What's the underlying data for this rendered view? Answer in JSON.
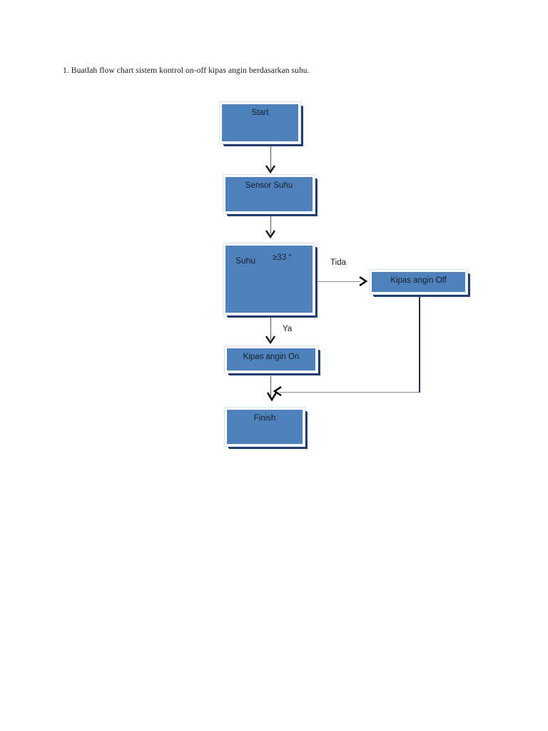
{
  "document": {
    "heading": "1. Buatlah flow chart sistem kontrol on-off kipas angin berdasarkan suhu."
  },
  "flowchart": {
    "nodes": {
      "start": {
        "label": "Start"
      },
      "sensor": {
        "label": "Sensor Suhu"
      },
      "decision": {
        "label_left": "Suhu",
        "label_right": "≥33 °"
      },
      "fan_on": {
        "label": "Kipas angin On"
      },
      "fan_off": {
        "label": "Kipas angin Off"
      },
      "finish": {
        "label": "Finish"
      }
    },
    "branch_labels": {
      "no": "Tida",
      "yes": "Ya"
    },
    "colors": {
      "node_fill": "#4f81bd",
      "node_border": "#ffffff",
      "node_shadow": "#1f3864",
      "text": "#16202b",
      "connector": "#595959",
      "page_background": "#ffffff"
    }
  }
}
